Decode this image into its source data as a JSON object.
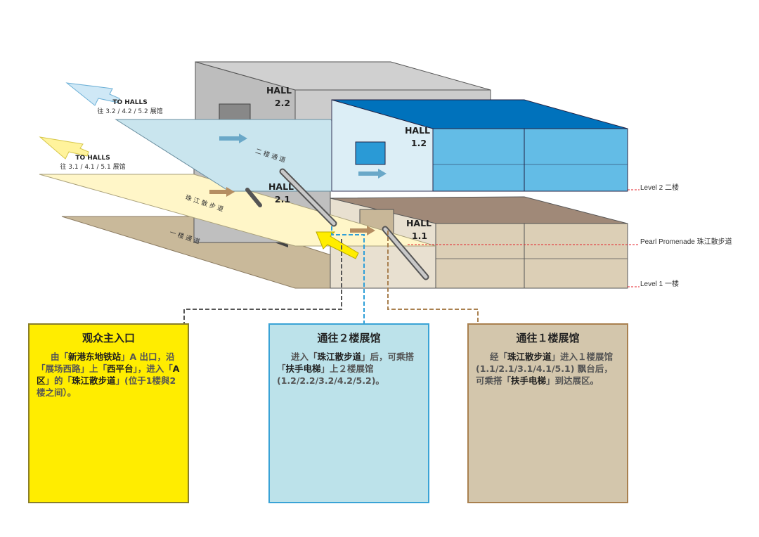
{
  "halls": {
    "h22": "HALL\n2.2",
    "h12": "HALL\n1.2",
    "h21": "HALL\n2.1",
    "h11": "HALL\n1.1"
  },
  "to_halls_upper": {
    "en": "TO HALLS",
    "zh": "往 3.2 / 4.2 / 5.2 展馆"
  },
  "to_halls_lower": {
    "en": "TO HALLS",
    "zh": "往 3.1 / 4.1 / 5.1 展馆"
  },
  "floor_labels": {
    "level2_walkway": "二 楼 通 道",
    "promenade": "珠 江 散 步 道",
    "level1_walkway": "一 楼 通 道"
  },
  "levels": {
    "level2": "Level 2 二楼",
    "promenade": "Pearl Promenade 珠江散步道",
    "level1": "Level 1 一楼"
  },
  "boxes": {
    "entrance": {
      "title": "观众主入口",
      "parts": [
        {
          "t": "由「",
          "b": false
        },
        {
          "t": "新港东地铁站",
          "b": true
        },
        {
          "t": "」A 出口，沿「展场西路」上「",
          "b": false
        },
        {
          "t": "西平台",
          "b": true
        },
        {
          "t": "」，进入「",
          "b": false
        },
        {
          "t": "A区",
          "b": true
        },
        {
          "t": "」的「",
          "b": false
        },
        {
          "t": "珠江散步道",
          "b": true
        },
        {
          "t": "」(位于1楼與2楼之间）。",
          "b": false
        }
      ]
    },
    "level2": {
      "title": "通往２楼展馆",
      "parts": [
        {
          "t": "进入「",
          "b": false
        },
        {
          "t": "珠江散步道",
          "b": true
        },
        {
          "t": "」后，可乘搭「",
          "b": false
        },
        {
          "t": "扶手电梯",
          "b": true
        },
        {
          "t": "」上２楼展馆(1.2/2.2/3.2/4.2/5.2)。",
          "b": false
        }
      ]
    },
    "level1": {
      "title": "通往１楼展馆",
      "parts": [
        {
          "t": "经「",
          "b": false
        },
        {
          "t": "珠江散步道",
          "b": true
        },
        {
          "t": "」进入１楼展馆 (1.1/2.1/3.1/4.1/5.1) 飘台后，可乘搭「",
          "b": false
        },
        {
          "t": "扶手电梯",
          "b": true
        },
        {
          "t": "」到达展区。",
          "b": false
        }
      ]
    }
  },
  "colors": {
    "entrance_bg": "#FFED00",
    "level2_bg": "#BCE2EA",
    "level1_bg": "#D3C6AC",
    "blue_accent": "#0072BC",
    "promenade": "#FFF6C8"
  }
}
